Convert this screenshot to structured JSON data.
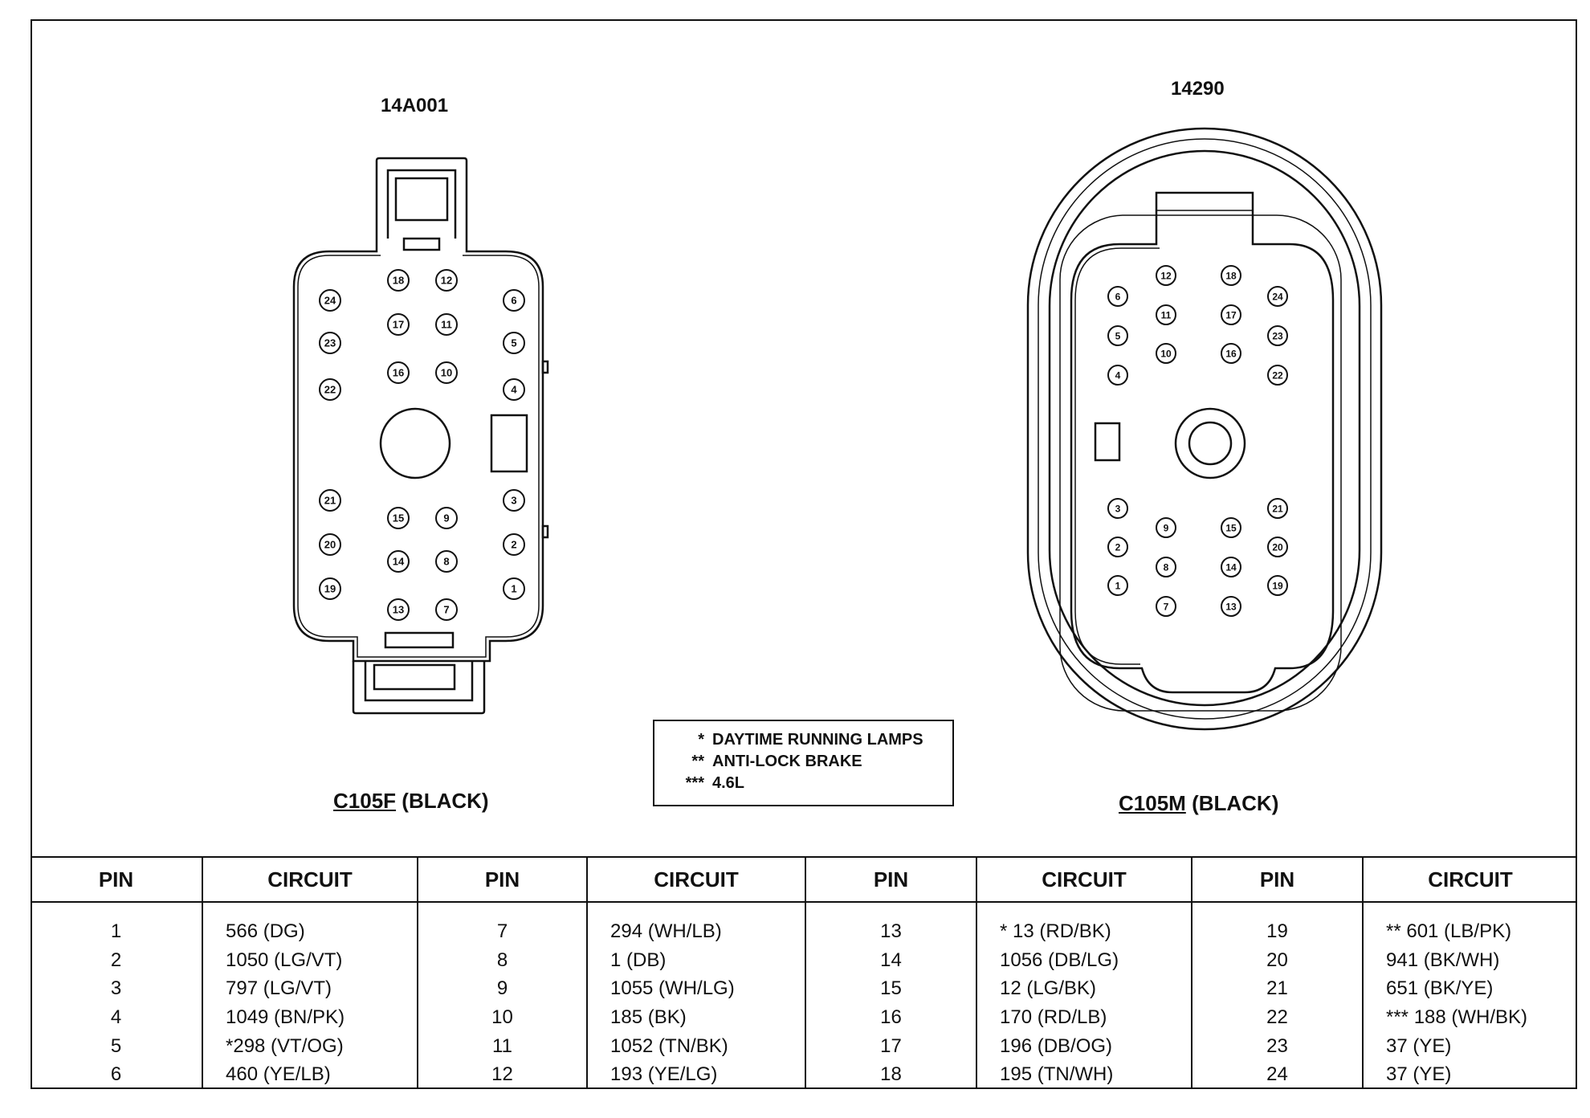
{
  "connectors": {
    "left": {
      "part_number": "14A001",
      "name": "C105F",
      "color_label": "(BLACK)"
    },
    "right": {
      "part_number": "14290",
      "name": "C105M",
      "color_label": "(BLACK)"
    }
  },
  "legend": [
    {
      "marker": "*",
      "text": "DAYTIME RUNNING LAMPS"
    },
    {
      "marker": "**",
      "text": "ANTI-LOCK BRAKE"
    },
    {
      "marker": "***",
      "text": "4.6L"
    }
  ],
  "table": {
    "headers": [
      "PIN",
      "CIRCUIT",
      "PIN",
      "CIRCUIT",
      "PIN",
      "CIRCUIT",
      "PIN",
      "CIRCUIT"
    ],
    "rows": [
      [
        "1",
        "566 (DG)",
        "7",
        "294 (WH/LB)",
        "13",
        "* 13 (RD/BK)",
        "19",
        "** 601 (LB/PK)"
      ],
      [
        "2",
        "1050 (LG/VT)",
        "8",
        "1 (DB)",
        "14",
        "1056 (DB/LG)",
        "20",
        "941 (BK/WH)"
      ],
      [
        "3",
        "797 (LG/VT)",
        "9",
        "1055 (WH/LG)",
        "15",
        "12 (LG/BK)",
        "21",
        "651 (BK/YE)"
      ],
      [
        "4",
        "1049 (BN/PK)",
        "10",
        "185 (BK)",
        "16",
        "170 (RD/LB)",
        "22",
        "*** 188 (WH/BK)"
      ],
      [
        "5",
        "*298 (VT/OG)",
        "11",
        "1052 (TN/BK)",
        "17",
        "196 (DB/OG)",
        "23",
        "37 (YE)"
      ],
      [
        "6",
        "460 (YE/LB)",
        "12",
        "193 (YE/LG)",
        "18",
        "195 (TN/WH)",
        "24",
        "37 (YE)"
      ]
    ]
  },
  "pins_left": [
    "18",
    "12",
    "24",
    "6",
    "17",
    "11",
    "23",
    "5",
    "16",
    "10",
    "22",
    "4",
    "21",
    "3",
    "15",
    "9",
    "20",
    "2",
    "14",
    "8",
    "19",
    "1",
    "13",
    "7"
  ],
  "pins_right": [
    "12",
    "18",
    "6",
    "24",
    "11",
    "17",
    "5",
    "23",
    "10",
    "16",
    "4",
    "22",
    "3",
    "21",
    "9",
    "15",
    "2",
    "20",
    "8",
    "14",
    "1",
    "19",
    "7",
    "13"
  ]
}
